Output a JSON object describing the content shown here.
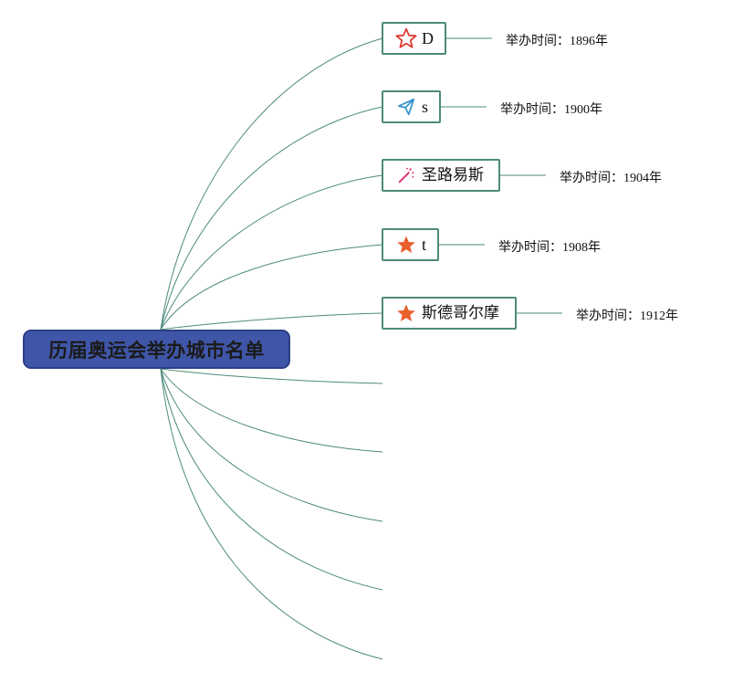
{
  "root": {
    "label": "历届奥运会举办城市名单"
  },
  "cities": [
    {
      "label": "D",
      "icon": "star-outline-icon",
      "note_prefix": "举办时间：",
      "note_year": "1896",
      "note_suffix": "年"
    },
    {
      "label": "s",
      "icon": "paper-plane-icon",
      "note_prefix": "举办时间：",
      "note_year": "1900",
      "note_suffix": "年"
    },
    {
      "label": "圣路易斯",
      "icon": "magic-wand-icon",
      "note_prefix": "举办时间：",
      "note_year": "1904",
      "note_suffix": "年"
    },
    {
      "label": "t",
      "icon": "star-filled-icon",
      "note_prefix": "举办时间：",
      "note_year": "1908",
      "note_suffix": "年"
    },
    {
      "label": "斯德哥尔摩",
      "icon": "star-filled-icon",
      "note_prefix": "举办时间：",
      "note_year": "1912",
      "note_suffix": "年"
    }
  ],
  "colors": {
    "line": "#4d8a7c",
    "root_fill": "#3f56a8",
    "star_red": "#e0352b",
    "star_orange": "#e8602c",
    "plane_blue": "#2f8fc9",
    "wand_pink": "#e0347a"
  }
}
